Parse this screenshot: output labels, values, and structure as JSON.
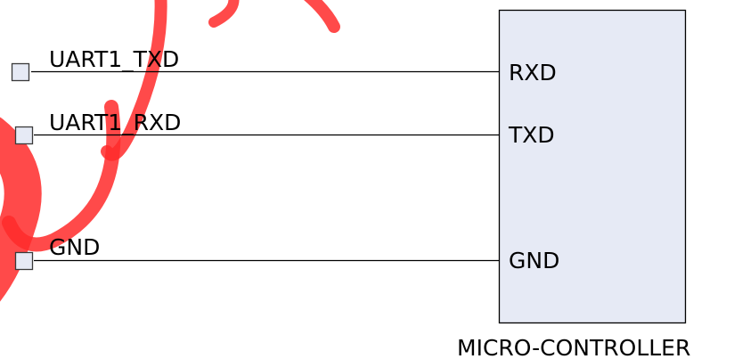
{
  "colors": {
    "background": "#ffffff",
    "wire": "#000000",
    "terminal_fill": "#e6eaf5",
    "mcu_fill": "#e6eaf5",
    "watermark": "#ff2a2a"
  },
  "signals": [
    {
      "name": "UART1_TXD",
      "pin": "RXD"
    },
    {
      "name": "UART1_RXD",
      "pin": "TXD"
    },
    {
      "name": "GND",
      "pin": "GND"
    }
  ],
  "mcu": {
    "label": "MICRO-CONTROLLER"
  }
}
